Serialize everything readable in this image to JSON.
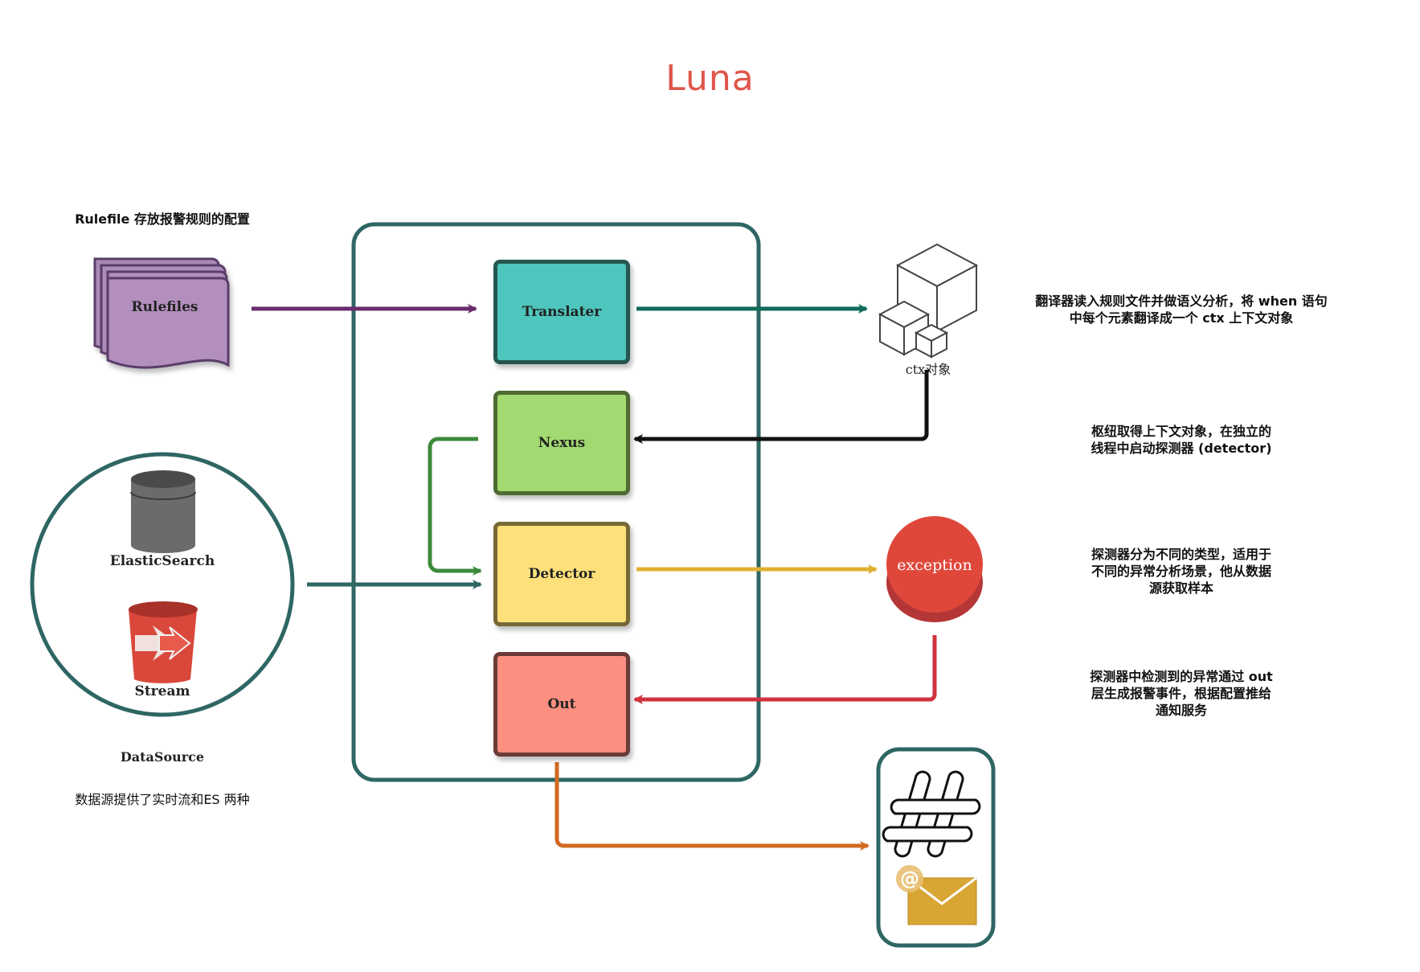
{
  "title": "Luna",
  "colors": {
    "title": "#e0564a",
    "container": "#2e6663",
    "translater": "#4ec6bd",
    "nexus": "#a2d970",
    "detector": "#fde07a",
    "out": "#fc8f80",
    "exception": "#e0473b",
    "rulefiles": "#b28fbd"
  },
  "nodes": {
    "rulefiles": "Rulefiles",
    "translater": "Translater",
    "nexus": "Nexus",
    "detector": "Detector",
    "out": "Out",
    "ctx": "ctx对象",
    "exception": "exception",
    "elasticsearch": "ElasticSearch",
    "stream": "Stream",
    "datasource": "DataSource"
  },
  "notes": {
    "rulefile": "Rulefile 存放报警规则的配置",
    "datasource": "数据源提供了实时流和ES 两种",
    "translater": [
      "翻译器读入规则文件并做语义分析，将 when 语句",
      "中每个元素翻译成一个 ctx 上下文对象"
    ],
    "nexus": [
      "枢纽取得上下文对象，在独立的",
      "线程中启动探测器 (detector)"
    ],
    "detector": [
      "探测器分为不同的类型，适用于",
      "不同的异常分析场景，他从数据",
      "源获取样本"
    ],
    "out": [
      "探测器中检测到的异常通过 out",
      "层生成报警事件，根据配置推给",
      "通知服务"
    ]
  }
}
